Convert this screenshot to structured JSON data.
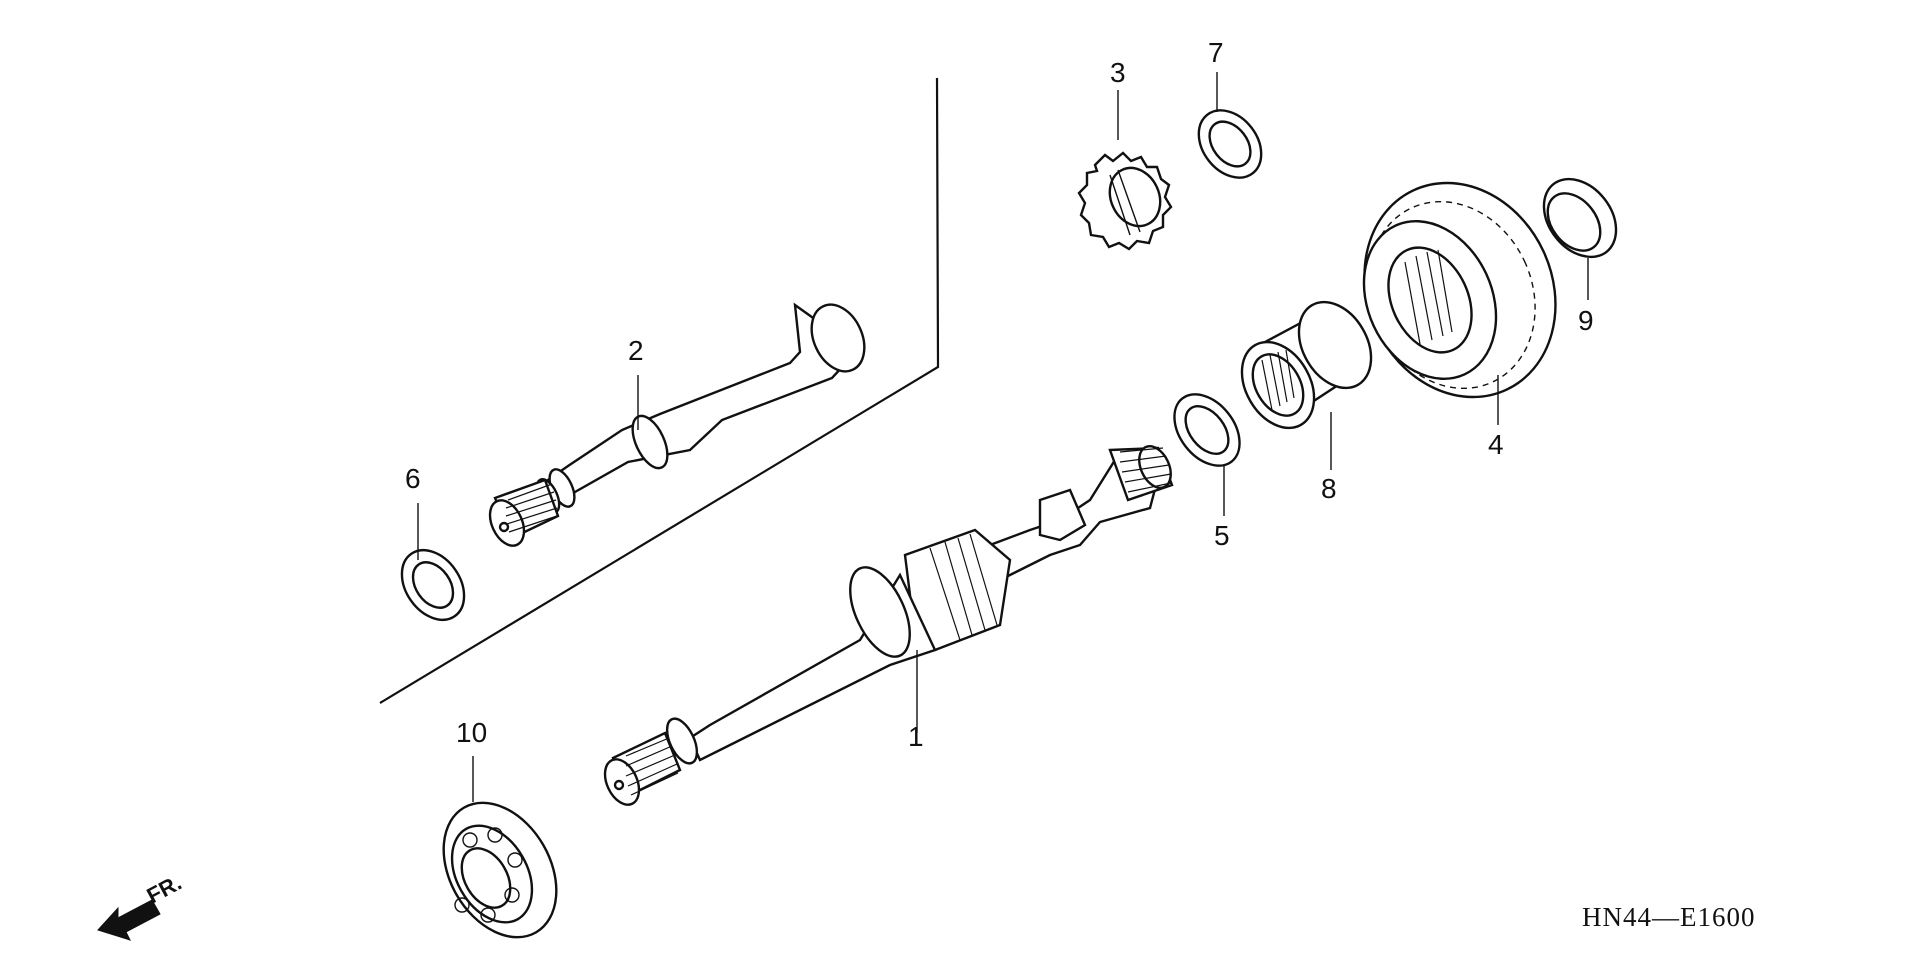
{
  "diagram": {
    "callouts": {
      "c1": "1",
      "c2": "2",
      "c3": "3",
      "c4": "4",
      "c5": "5",
      "c6": "6",
      "c7": "7",
      "c8": "8",
      "c9": "9",
      "c10": "10"
    },
    "direction_label": "FR.",
    "drawing_code": "HN44—E1600"
  }
}
